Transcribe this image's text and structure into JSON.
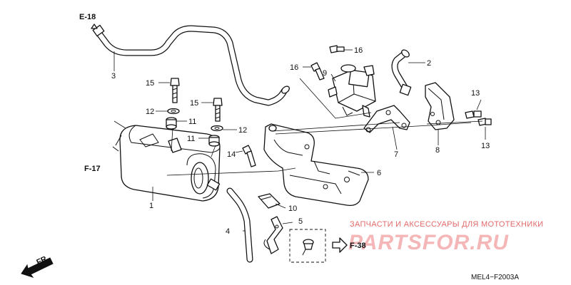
{
  "references": {
    "e18": "E-18",
    "f17": "F-17",
    "f38": "F-38",
    "fr": "FR."
  },
  "callouts": {
    "c1": "1",
    "c2": "2",
    "c3": "3",
    "c4": "4",
    "c5": "5",
    "c6": "6",
    "c7": "7",
    "c8": "8",
    "c9": "9",
    "c10": "10",
    "c11a": "11",
    "c11b": "11",
    "c12a": "12",
    "c12b": "12",
    "c13a": "13",
    "c13b": "13",
    "c14": "14",
    "c15a": "15",
    "c15b": "15",
    "c16a": "16",
    "c16b": "16"
  },
  "watermark": {
    "top_text": "ЗАПЧАСТИ И АКСЕССУАРЫ ДЛЯ МОТОТЕХНИКИ",
    "big_text": "PARTSFOR.RU"
  },
  "diagram_code": "MEL4−F2003A"
}
